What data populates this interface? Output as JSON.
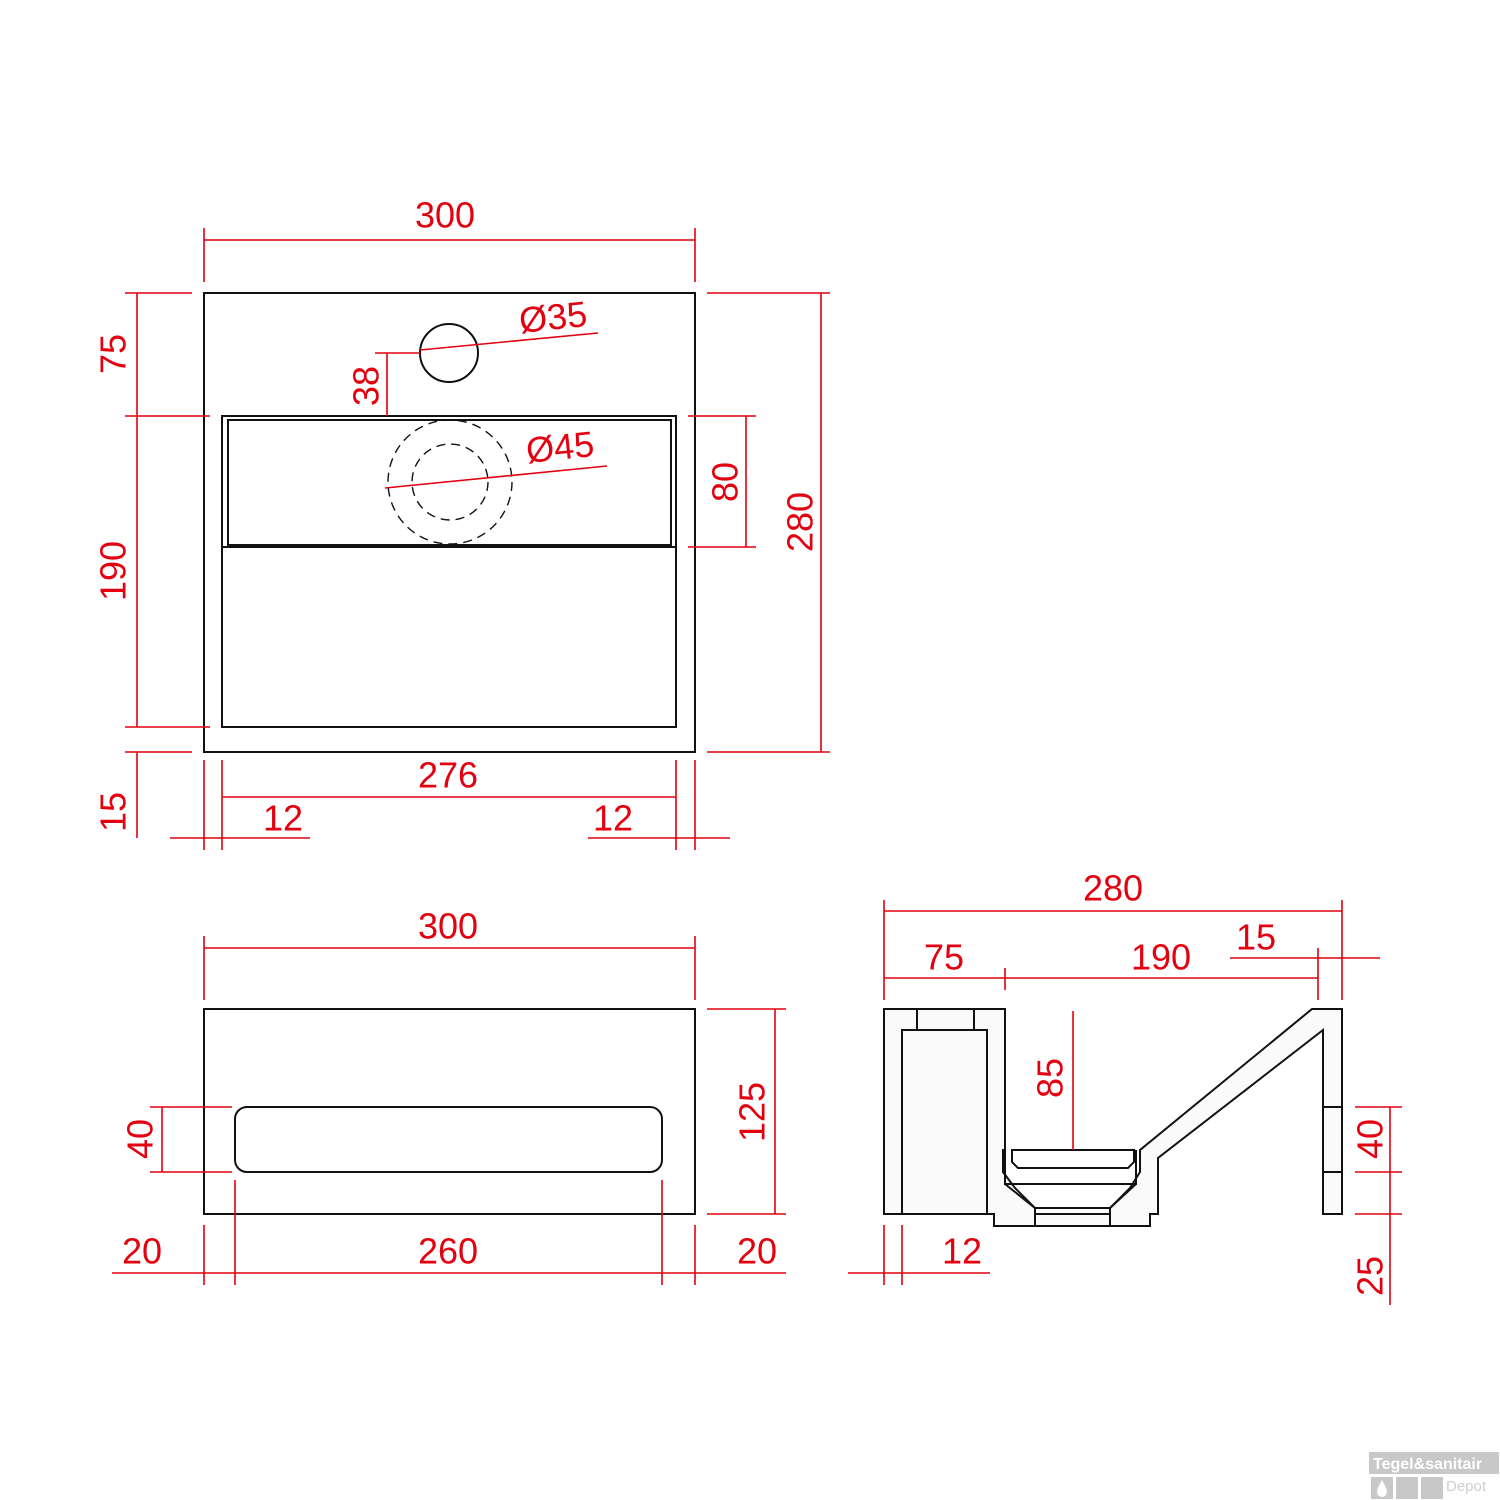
{
  "colors": {
    "dimension": "#e3000f",
    "outline": "#111111"
  },
  "top_view": {
    "width": "300",
    "tap_hole": "Ø35",
    "tap_offset": "38",
    "top_margin": "75",
    "basin_depth_len": "190",
    "bottom_margin": "15",
    "drain": "Ø45",
    "recess": "80",
    "depth": "280",
    "inner_width": "276",
    "wall_left": "12",
    "wall_right": "12"
  },
  "front_view": {
    "width": "300",
    "slot_height": "40",
    "height": "125",
    "side_left": "20",
    "slot_width": "260",
    "side_right": "20"
  },
  "side_view": {
    "depth": "280",
    "front": "75",
    "basin": "190",
    "back": "15",
    "basin_depth": "85",
    "slot_height": "40",
    "bottom": "25",
    "wall": "12"
  },
  "logo": {
    "line1": "Tegel&sanitair",
    "line2": "Depot",
    "icon": "water-drop-icon"
  }
}
